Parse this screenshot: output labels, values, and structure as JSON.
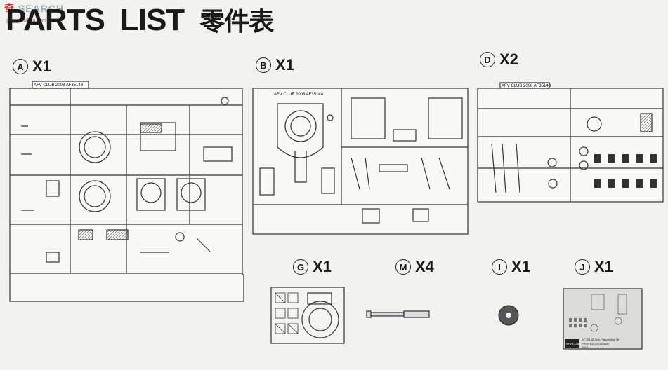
{
  "header": {
    "title_word1": "PARTS",
    "title_word2": "LIST",
    "title_cn": "零件表",
    "watermark_logo": "奇",
    "watermark_text": "SEARCH",
    "watermark_sub": "go.modoshop.com"
  },
  "parts": [
    {
      "id": "A",
      "count": "X1",
      "tag": "AFV CLUB 2008  AF35148"
    },
    {
      "id": "B",
      "count": "X1",
      "tag": "AFV CLUB 2008  AF35148"
    },
    {
      "id": "D",
      "count": "X2",
      "tag": "AFV CLUB 2008  AF35148"
    },
    {
      "id": "G",
      "count": "X1"
    },
    {
      "id": "M",
      "count": "X4"
    },
    {
      "id": "I",
      "count": "X1"
    },
    {
      "id": "J",
      "count": "X1"
    }
  ],
  "decal": {
    "line1": "AF 35148  2cm Flakvierling 38",
    "line2": "PRINTED IN TAIWAN",
    "line3": "2010",
    "logo": "AFV CLUB"
  }
}
